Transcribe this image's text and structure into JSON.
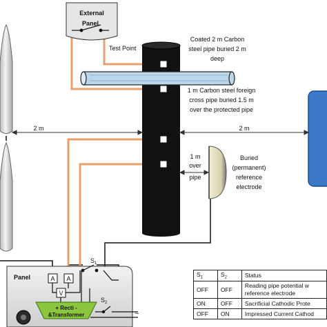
{
  "external_panel": {
    "line1": "External",
    "line2": "Panel"
  },
  "test_point": "Test Point",
  "coated_pipe": {
    "line1": "Coated 2 m Carbon",
    "line2": "steel pipe buried 2 m",
    "line3": "deep"
  },
  "foreign_pipe": {
    "line1": "1 m Carbon steel foreign",
    "line2": "cross pipe buried 1.5 m",
    "line3": "over the protected pipe"
  },
  "distance_left": "2 m",
  "distance_right": "2 m",
  "reference_distance": {
    "line1": "1 m",
    "line2": "over",
    "line3": "pipe"
  },
  "reference_electrode": {
    "line1": "Buried",
    "line2": "(permanent)",
    "line3": "reference",
    "line4": "electrode"
  },
  "panel": {
    "title": "Panel",
    "meter_a1": "A",
    "meter_a2": "A",
    "meter_v": "V",
    "switch1": "S",
    "switch1_sub": "1",
    "switch2": "S",
    "switch2_sub": "2",
    "rectifier_line1": "+ Recti -",
    "rectifier_line2": "&Transformer",
    "ac_symbol": "~"
  },
  "status_table": {
    "headers": [
      [
        "S",
        "1"
      ],
      [
        "S",
        "2"
      ],
      "Status"
    ],
    "rows": [
      [
        "OFF",
        "OFF",
        "Reading pipe potential w",
        "reference electrode"
      ],
      [
        "ON",
        "OFF",
        "Sacrificial Cathodic Prote",
        ""
      ],
      [
        "OFF",
        "ON",
        "Impressed Current Cathod",
        ""
      ]
    ]
  },
  "colors": {
    "wire": "#e8a06a",
    "pipe": "#111111",
    "foreign_pipe": "#bcd6ea",
    "anode_box": "#3c78c8",
    "rectifier": "#8cc63f",
    "panel_fill": "#e6e6e6"
  }
}
